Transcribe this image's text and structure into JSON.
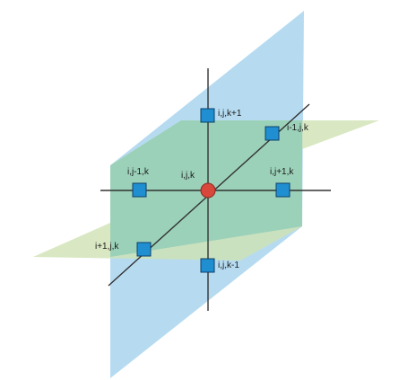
{
  "diagram": {
    "colors": {
      "vertical_plane": "#a9d5ee",
      "horizontal_plane": "#cfe2b3",
      "overlap": "#8fcdb8",
      "axis": "#333333",
      "neighbor_node": "#1f8fd1",
      "neighbor_stroke": "#0f3f66",
      "center_node": "#d8473b",
      "center_stroke": "#8b2a22"
    },
    "center": {
      "label": "i,j,k"
    },
    "neighbors": {
      "up": {
        "label": "i,j,k+1"
      },
      "down": {
        "label": "i,j,k-1"
      },
      "left": {
        "label": "i,j-1,k"
      },
      "right": {
        "label": "i,j+1,k"
      },
      "back": {
        "label": "i-1,j,k"
      },
      "front": {
        "label": "i+1,j,k"
      }
    }
  }
}
